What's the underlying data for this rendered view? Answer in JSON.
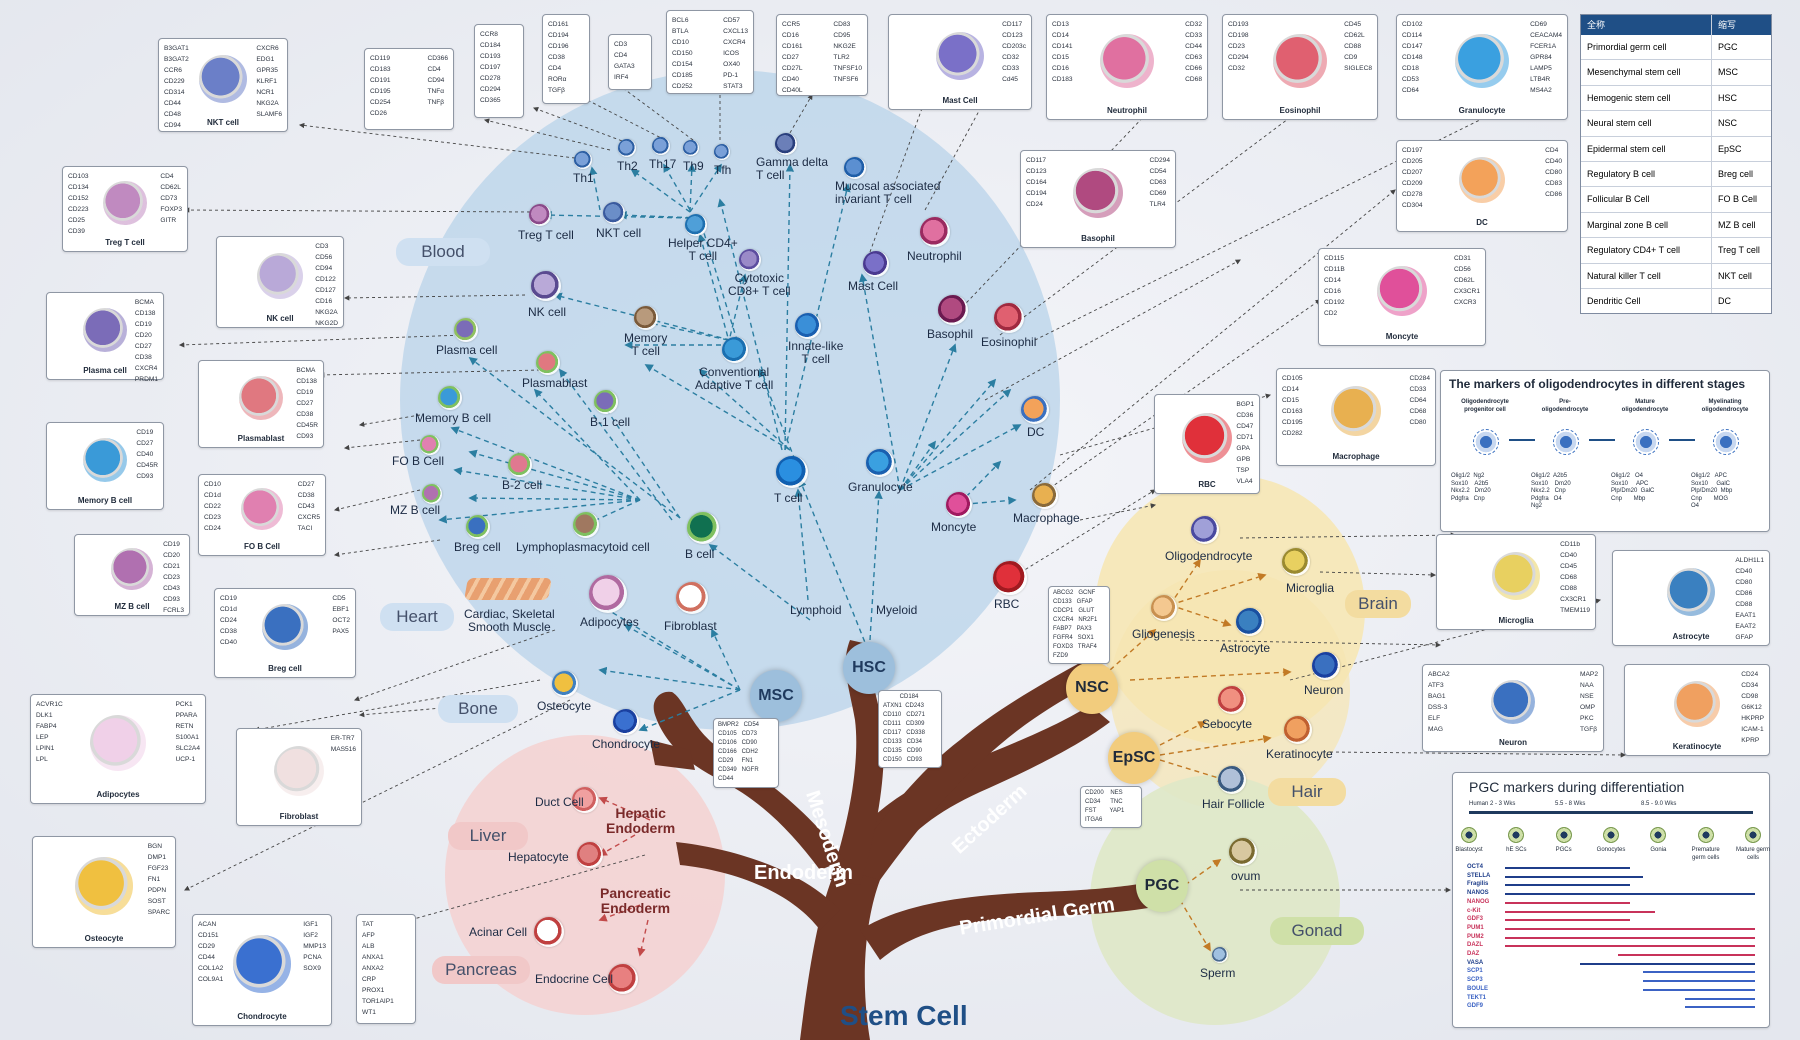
{
  "title": "Stem Cell",
  "trunk_labels": {
    "mesoderm": "Mesoderm",
    "ectoderm": "Ectoderm",
    "endoderm": "Endoderm",
    "primordial_germ": "Primordial Germ",
    "lymphoid": "Lymphoid",
    "myeloid": "Myeloid"
  },
  "hubs": {
    "msc": "MSC",
    "hsc": "HSC",
    "nsc": "NSC",
    "epsc": "EpSC",
    "pgc": "PGC"
  },
  "regions": {
    "blood": "Blood",
    "heart": "Heart",
    "bone": "Bone",
    "brain": "Brain",
    "hair": "Hair",
    "liver": "Liver",
    "pancreas": "Pancreas",
    "gonad": "Gonad"
  },
  "hub_markers": {
    "msc": "BMPR2   CD54\nCD105   CD73\nCD106   CD90\nCD166   CDH2\nCD29     FN1\nCD349   NGFR\nCD44",
    "hsc": "          CD184\nATXN1  CD243\nCD110   CD271\nCD111   CD309\nCD117   CD338\nCD133   CD34\nCD135   CD90\nCD150   CD93",
    "nsc": "ABCG2   GCNF\nCD133   GFAP\nCDCP1   GLUT\nCXCR4   NR2F1\nFABP7   PAX3\nFGFR4   SOX1\nFOXD3   TRAF4\nFZD9",
    "epsc": "CD200    NES\nCD34      TNC\nFST        YAP1\nITGA6"
  },
  "cells": {
    "th1": "Th1",
    "th2": "Th2",
    "th17": "Th17",
    "th9": "Th9",
    "tfh": "Tfh",
    "gamma_delta": "Gamma delta\nT cell",
    "maiT": "Mucosal associated\ninvariant T cell",
    "treg": "Treg T cell",
    "nkt": "NKT cell",
    "helper": "Helper CD4+\nT cell",
    "cytotoxic": "Cytotoxic\nCD8+ T cell",
    "nk": "NK cell",
    "memory_t": "Memory\nT cell",
    "innate": "Innate-like\nT cell",
    "conventional": "Conventional\nAdaptive T cell",
    "plasma": "Plasma cell",
    "plasmablast": "Plasmablast",
    "memory_b": "Memory B cell",
    "b1": "B-1 cell",
    "fob": "FO B Cell",
    "b2": "B-2 cell",
    "mzb": "MZ B cell",
    "breg": "Breg cell",
    "lympho": "Lymphoplasmacytoid cell",
    "bcell": "B cell",
    "tcell": "T cell",
    "mast": "Mast Cell",
    "neutrophil": "Neutrophil",
    "basophil": "Basophil",
    "eosinophil": "Eosinophil",
    "dc": "DC",
    "granulocyte": "Granulocyte",
    "monocyte": "Moncyte",
    "macrophage": "Macrophage",
    "rbc": "RBC",
    "cardiac": "Cardiac, Skeletal\nSmooth Muscle",
    "adipocytes": "Adipocytes",
    "fibroblast": "Fibroblast",
    "osteocyte": "Osteocyte",
    "chondrocyte": "Chondrocyte",
    "oligo": "Oligodendrocyte",
    "microglia": "Microglia",
    "gliogenesis": "Gliogenesis",
    "astrocyte": "Astrocyte",
    "neuron": "Neuron",
    "sebocyte": "Sebocyte",
    "keratinocyte": "Keratinocyte",
    "hair_follicle": "Hair Follicle",
    "ovum": "ovum",
    "sperm": "Sperm",
    "duct": "Duct Cell",
    "hepatic": "Hepatic\nEndoderm",
    "hepatocyte": "Hepatocyte",
    "pancreatic": "Pancreatic\nEndoderm",
    "acinar": "Acinar Cell",
    "endocrine": "Endocrine Cell"
  },
  "marker_boxes": [
    {
      "id": "nkt",
      "caption": "NKT cell",
      "left": "B3GAT1\nB3GAT2\nCCR6\nCD229\nCD314\nCD44\nCD48\nCD94",
      "right": "CXCR6\nEDG1\nGPR35\nKLRF1\nNCR1\nNKG2A\nSLAMF6"
    },
    {
      "id": "th_a",
      "caption": "",
      "left": "CD119\nCD183\nCD191\nCD195\nCD254\nCD26",
      "right": "CD366\nCD4\nCD94\nTNFα\nTNFβ"
    },
    {
      "id": "th_b",
      "caption": "",
      "left": "CCR8\nCD184\nCD193\nCD197\nCD278\nCD294\nCD365",
      "right": ""
    },
    {
      "id": "th_c",
      "caption": "",
      "left": "CD161\nCD194\nCD196\nCD38\nCD4\nRORα\nTGFβ",
      "right": ""
    },
    {
      "id": "th_d",
      "caption": "",
      "left": "CD3\nCD4\nGATA3\nIRF4",
      "right": ""
    },
    {
      "id": "th_e",
      "caption": "",
      "left": "BCL6\nBTLA\nCD10\nCD150\nCD154\nCD185\nCD252",
      "right": "CD57\nCXCL13\nCXCR4\nICOS\nOX40\nPD-1\nSTAT3"
    },
    {
      "id": "gd",
      "caption": "",
      "left": "CCR5\nCD16\nCD161\nCD27\nCD27L\nCD40\nCD40L",
      "right": "CD83\nCD95\nNKG2E\nTLR2\nTNFSF10\nTNFSF6"
    },
    {
      "id": "mast",
      "caption": "Mast Cell",
      "left": "",
      "right": "CD117\nCD123\nCD203c\nCD32\nCD33\nCd45"
    },
    {
      "id": "neutro",
      "caption": "Neutrophil",
      "left": "CD13\nCD14\nCD141\nCD15\nCD16\nCD183",
      "right": "CD32\nCD33\nCD44\nCD63\nCD66\nCD68"
    },
    {
      "id": "eosino",
      "caption": "Eosinophil",
      "left": "CD193\nCD198\nCD23\nCD294\nCD32",
      "right": "CD45\nCD62L\nCD88\nCD9\nSIGLEC8"
    },
    {
      "id": "granulo",
      "caption": "Granulocyte",
      "left": "CD102\nCD114\nCD147\nCD148\nCD18\nCD53\nCD64",
      "right": "CD69\nCEACAM4\nFCER1A\nGPR84\nLAMP5\nLTB4R\nMS4A2"
    },
    {
      "id": "treg",
      "caption": "Treg T cell",
      "left": "CD103\nCD134\nCD152\nCD223\nCD25\nCD39",
      "right": "CD4\nCD62L\nCD73\nFOXP3\nGITR"
    },
    {
      "id": "nk",
      "caption": "NK cell",
      "left": "",
      "right": "CD3\nCD56\nCD94\nCD122\nCD127\nCD16\nNKG2A\nNKG2D"
    },
    {
      "id": "basophil",
      "caption": "Basophil",
      "left": "CD117\nCD123\nCD164\nCD194\nCD24",
      "right": "CD294\nCD54\nCD63\nCD69\nTLR4"
    },
    {
      "id": "dc",
      "caption": "DC",
      "left": "CD197\nCD205\nCD207\nCD209\nCD278\nCD304",
      "right": "CD4\nCD40\nCD80\nCD83\nCD86"
    },
    {
      "id": "plasma",
      "caption": "Plasma cell",
      "left": "",
      "right": "BCMA\nCD138\nCD19\nCD20\nCD27\nCD38\nCXCR4\nPRDM1"
    },
    {
      "id": "monocyte",
      "caption": "Moncyte",
      "left": "CD115\nCD11B\nCD14\nCD16\nCD192\nCD2",
      "right": "CD31\nCD56\nCD62L\nCX3CR1\nCXCR3"
    },
    {
      "id": "plasmablast",
      "caption": "Plasmablast",
      "left": "",
      "right": "BCMA\nCD138\nCD19\nCD27\nCD38\nCD45R\nCD93"
    },
    {
      "id": "memory_b",
      "caption": "Memory B cell",
      "left": "",
      "right": "CD19\nCD27\nCD40\nCD45R\nCD93"
    },
    {
      "id": "fob",
      "caption": "FO B Cell",
      "left": "CD10\nCD1d\nCD22\nCD23\nCD24",
      "right": "CD27\nCD38\nCD43\nCXCR5\nTACI"
    },
    {
      "id": "mzb",
      "caption": "MZ B cell",
      "left": "",
      "right": "CD19\nCD20\nCD21\nCD23\nCD43\nCD93\nFCRL3"
    },
    {
      "id": "breg",
      "caption": "Breg cell",
      "left": "CD19\nCD1d\nCD24\nCD38\nCD40",
      "right": "CD5\nEBF1\nOCT2\nPAX5"
    },
    {
      "id": "rbc",
      "caption": "RBC",
      "left": "",
      "right": "BGP1\nCD36\nCD47\nCD71\nGPA\nGPB\nTSP\nVLA4"
    },
    {
      "id": "macrophage",
      "caption": "Macrophage",
      "left": "CD105\nCD14\nCD15\nCD163\nCD195\nCD282",
      "right": "CD284\nCD33\nCD64\nCD68\nCD80"
    },
    {
      "id": "microglia",
      "caption": "Microglia",
      "left": "",
      "right": "CD11b\nCD40\nCD45\nCD68\nCD88\nCX3CR1\nTMEM119"
    },
    {
      "id": "astrocyte",
      "caption": "Astrocyte",
      "left": "",
      "right": "ALDH1L1\nCD40\nCD80\nCD86\nCD88\nEAAT1\nEAAT2\nGFAP"
    },
    {
      "id": "neuron",
      "caption": "Neuron",
      "left": "ABCA2\nATF3\nBAG1\nDSS-3\nELF\nMAG",
      "right": "MAP2\nNAA\nNSE\nOMP\nPKC\nTGFβ"
    },
    {
      "id": "keratinocyte",
      "caption": "Keratinocyte",
      "left": "",
      "right": "CD24\nCD34\nCD98\nG6K12\nHKPRP\nICAM-1\nKPRP"
    },
    {
      "id": "adipocytes",
      "caption": "Adipocytes",
      "left": "ACVR1C\nDLK1\nFABP4\nLEP\nLPIN1\nLPL",
      "right": "PCK1\nPPARA\nRETN\nS100A1\nSLC2A4\nUCP-1"
    },
    {
      "id": "fibroblast",
      "caption": "Fibroblast",
      "left": "",
      "right": "ER-TR7\nMAS516"
    },
    {
      "id": "osteocyte",
      "caption": "Osteocyte",
      "left": "",
      "right": "BGN\nDMP1\nFGF23\nFN1\nPDPN\nSOST\nSPARC"
    },
    {
      "id": "chondrocyte",
      "caption": "Chondrocyte",
      "left": "ACAN\nCD151\nCD29\nCD44\nCOL1A2\nCOL9A1",
      "right": "IGF1\nIGF2\nMMP13\nPCNA\nSOX9"
    },
    {
      "id": "liver_mk",
      "caption": "",
      "left": "TAT\nAFP\nALB\nANXA1\nANXA2\nCRP\nPROX1\nTOR1AIP1\nWT1",
      "right": ""
    }
  ],
  "abbr_table": {
    "headers": [
      "全称",
      "缩写"
    ],
    "rows": [
      [
        "Primordial germ cell",
        "PGC"
      ],
      [
        "Mesenchymal stem cell",
        "MSC"
      ],
      [
        "Hemogenic stem cell",
        "HSC"
      ],
      [
        "Neural stem cell",
        "NSC"
      ],
      [
        "Epidermal stem cell",
        "EpSC"
      ],
      [
        "Regulatory B cell",
        "Breg cell"
      ],
      [
        "Follicular B Cell",
        "FO B Cell"
      ],
      [
        "Marginal zone B cell",
        "MZ B cell"
      ],
      [
        "Regulatory CD4+ T cell",
        "Treg T cell"
      ],
      [
        "Natural killer T cell",
        "NKT cell"
      ],
      [
        "Dendritic Cell",
        "DC"
      ]
    ]
  },
  "oligo_panel": {
    "title": "The markers of oligodendrocytes in different stages",
    "stages": [
      "Oligodendrocyte\nprogenitor cell",
      "Pre-\noligodendrocyte",
      "Mature\noligodendrocyte",
      "Myelinating\noligodendrocyte"
    ],
    "markers": [
      "Olig1/2  Ng2\nSox10    A2b5\nNkx2.2   Dm20\nPdgfra   Cnp",
      "Olig1/2  A2b5\nSox10    Dm20\nNkx2.2   Cnp\nPdgfra   O4\nNg2",
      "Olig1/2   O4\nSox10     APC\nPlp/Dm20  GalC\nCnp       Mbp",
      "Olig1/2   APC\nSox10     GalC\nPlp/Dm20  Mbp\nCnp       MOG\nO4"
    ]
  },
  "pgc_panel": {
    "title": "PGC markers during differentiation",
    "timeline": [
      "Human 2 - 3 Wks",
      "5.5 - 8 Wks",
      "8.5 - 9.0 Wks"
    ],
    "stages": [
      "Blastocyst",
      "hE SCs",
      "PGCs",
      "Gonocytes",
      "Gonia",
      "Premature\ngerm cells",
      "Mature germ\ncells"
    ],
    "markers": [
      {
        "name": "OCT4",
        "color": "#1f3e8a",
        "start": 0,
        "end": 0.5
      },
      {
        "name": "STELLA",
        "color": "#1f3e8a",
        "start": 0,
        "end": 0.55
      },
      {
        "name": "Fragilis",
        "color": "#1f3e8a",
        "start": 0,
        "end": 0.5
      },
      {
        "name": "NANOS",
        "color": "#1f3e8a",
        "start": 0,
        "end": 1
      },
      {
        "name": "NANOG",
        "color": "#c8325a",
        "start": 0,
        "end": 0.5
      },
      {
        "name": "c-Kit",
        "color": "#c8325a",
        "start": 0,
        "end": 0.6
      },
      {
        "name": "GDF3",
        "color": "#c8325a",
        "start": 0,
        "end": 0.5
      },
      {
        "name": "PUM1",
        "color": "#c8325a",
        "start": 0,
        "end": 1
      },
      {
        "name": "PUM2",
        "color": "#c8325a",
        "start": 0,
        "end": 1
      },
      {
        "name": "DAZL",
        "color": "#c8325a",
        "start": 0,
        "end": 1
      },
      {
        "name": "DAZ",
        "color": "#c8325a",
        "start": 0.45,
        "end": 1
      },
      {
        "name": "VASA",
        "color": "#1f3e8a",
        "start": 0.3,
        "end": 1
      },
      {
        "name": "SCP1",
        "color": "#3b62c4",
        "start": 0.55,
        "end": 1
      },
      {
        "name": "SCP3",
        "color": "#3b62c4",
        "start": 0.55,
        "end": 1
      },
      {
        "name": "BOULE",
        "color": "#3b62c4",
        "start": 0.55,
        "end": 1
      },
      {
        "name": "TEKT1",
        "color": "#3b62c4",
        "start": 0.72,
        "end": 1
      },
      {
        "name": "GDF9",
        "color": "#3b62c4",
        "start": 0.72,
        "end": 1
      }
    ]
  },
  "colors": {
    "trunk": "#6b3524",
    "blood_region": "#b8d3ea",
    "brain_region": "#f7e6b0",
    "germ_region": "#dfe8c7",
    "endo_region": "#f4d3d3",
    "arrow": "#2b7ea1",
    "title": "#1f4f86"
  }
}
